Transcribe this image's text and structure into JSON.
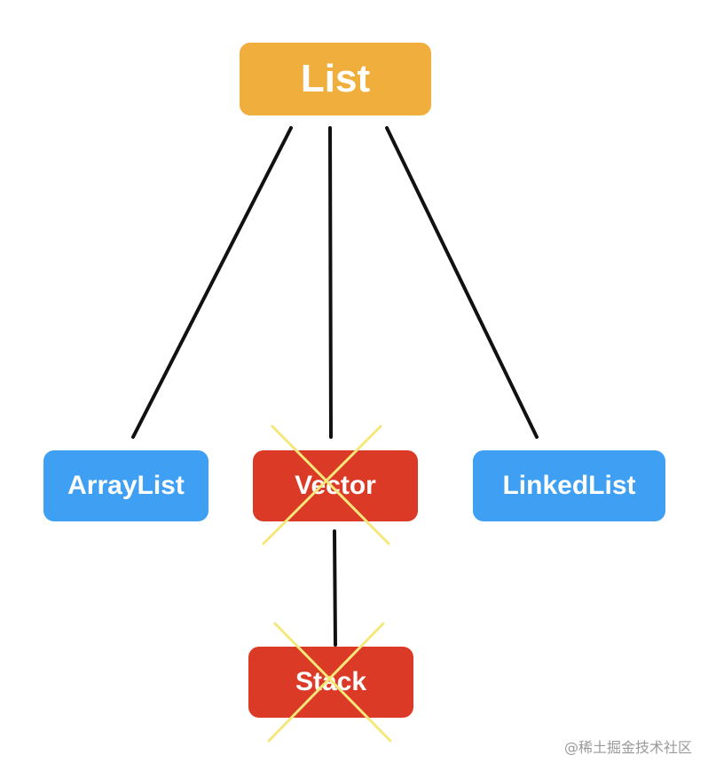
{
  "nodes": {
    "list": {
      "label": "List",
      "color": "#F0AE3C"
    },
    "arraylist": {
      "label": "ArrayList",
      "color": "#3FA0F3"
    },
    "vector": {
      "label": "Vector",
      "color": "#DB3A26",
      "crossed_out": true
    },
    "linkedlist": {
      "label": "LinkedList",
      "color": "#3FA0F3"
    },
    "stack": {
      "label": "Stack",
      "color": "#DB3A26",
      "crossed_out": true
    }
  },
  "edges": [
    {
      "from": "list",
      "to": "arraylist"
    },
    {
      "from": "list",
      "to": "vector"
    },
    {
      "from": "list",
      "to": "linkedlist"
    },
    {
      "from": "vector",
      "to": "stack"
    }
  ],
  "colors": {
    "connector": "#111111",
    "cross_mark": "#F5E77A"
  },
  "watermark": "@稀土掘金技术社区"
}
